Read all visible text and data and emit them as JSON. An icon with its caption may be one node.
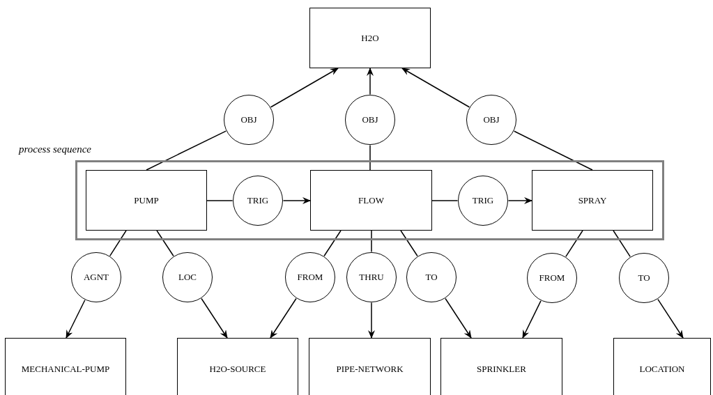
{
  "diagram": {
    "nodes": [
      {
        "text": [
          "H2O"
        ]
      },
      {
        "text": [
          "OBJ"
        ]
      },
      {
        "text": [
          "OBJ"
        ]
      },
      {
        "text": [
          "OBJ"
        ]
      },
      {
        "text": [
          "process sequence"
        ]
      },
      {
        "text": [
          "PUMP"
        ],
        "in": 4
      },
      {
        "text": [
          "TRIG"
        ],
        "in": 4
      },
      {
        "text": [
          "FLOW"
        ],
        "in": 4
      },
      {
        "text": [
          "TRIG"
        ],
        "in": 4
      },
      {
        "text": [
          "SPRAY"
        ],
        "in": 4
      },
      {
        "text": [
          "AGNT"
        ]
      },
      {
        "text": [
          "LOC"
        ]
      },
      {
        "text": [
          "FROM"
        ]
      },
      {
        "text": [
          "THRU"
        ]
      },
      {
        "text": [
          "TO"
        ]
      },
      {
        "text": [
          "FROM"
        ]
      },
      {
        "text": [
          "TO"
        ]
      },
      {
        "text": [
          "MECHANICAL-PUMP"
        ]
      },
      {
        "text": [
          "H2O-SOURCE"
        ]
      },
      {
        "text": [
          "PIPE-NETWORK"
        ]
      },
      {
        "text": [
          "SPRINKLER"
        ]
      },
      {
        "text": [
          "LOCATION"
        ]
      }
    ],
    "edges": [
      {
        "from": 5,
        "to": 1,
        "arrow": "none"
      },
      {
        "from": 1,
        "to": 0,
        "arrow": "to"
      },
      {
        "from": 7,
        "to": 2,
        "arrow": "none"
      },
      {
        "from": 2,
        "to": 0,
        "arrow": "to"
      },
      {
        "from": 9,
        "to": 3,
        "arrow": "none"
      },
      {
        "from": 3,
        "to": 0,
        "arrow": "to"
      },
      {
        "from": 5,
        "to": 6,
        "arrow": "none"
      },
      {
        "from": 6,
        "to": 7,
        "arrow": "to"
      },
      {
        "from": 7,
        "to": 8,
        "arrow": "none"
      },
      {
        "from": 8,
        "to": 9,
        "arrow": "to"
      },
      {
        "from": 5,
        "to": 10,
        "arrow": "none"
      },
      {
        "from": 10,
        "to": 17,
        "arrow": "to"
      },
      {
        "from": 5,
        "to": 11,
        "arrow": "none"
      },
      {
        "from": 11,
        "to": 18,
        "arrow": "to"
      },
      {
        "from": 7,
        "to": 12,
        "arrow": "none"
      },
      {
        "from": 12,
        "to": 18,
        "arrow": "to"
      },
      {
        "from": 7,
        "to": 13,
        "arrow": "none"
      },
      {
        "from": 13,
        "to": 19,
        "arrow": "to"
      },
      {
        "from": 7,
        "to": 14,
        "arrow": "none"
      },
      {
        "from": 14,
        "to": 20,
        "arrow": "to"
      },
      {
        "from": 9,
        "to": 15,
        "arrow": "none"
      },
      {
        "from": 15,
        "to": 20,
        "arrow": "to"
      },
      {
        "from": 9,
        "to": 16,
        "arrow": "none"
      },
      {
        "from": 16,
        "to": 21,
        "arrow": "to"
      }
    ]
  }
}
